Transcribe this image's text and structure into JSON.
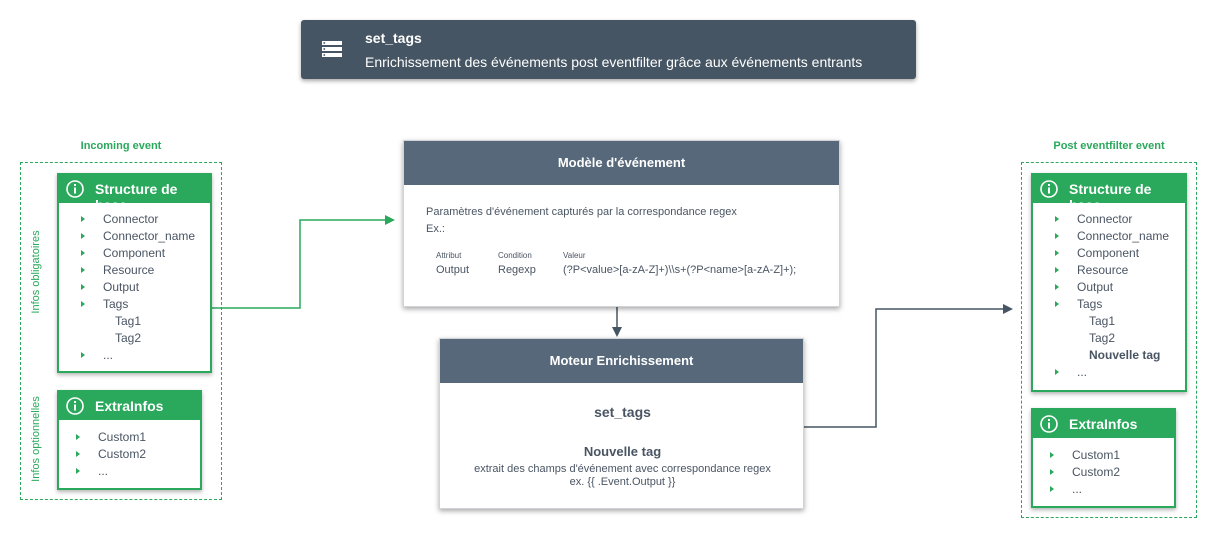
{
  "header": {
    "title": "set_tags",
    "subtitle": "Enrichissement des événements post eventfilter grâce aux événements entrants",
    "icon": "server-list-icon"
  },
  "incoming": {
    "label": "Incoming event",
    "required_label": "Infos obligatoires",
    "optional_label": "Infos optionnelles",
    "base": {
      "title": "Structure de base",
      "items": [
        "Connector",
        "Connector_name",
        "Component",
        "Resource",
        "Output",
        "Tags"
      ],
      "tags": [
        "Tag1",
        "Tag2"
      ],
      "more": "..."
    },
    "extra": {
      "title": "ExtraInfos",
      "items": [
        "Custom1",
        "Custom2",
        "..."
      ]
    }
  },
  "model": {
    "title": "Modèle d'événement",
    "desc": "Paramètres d'événement capturés par la correspondance regex",
    "ex": "Ex.:",
    "headers": {
      "attribut": "Attribut",
      "condition": "Condition",
      "valeur": "Valeur"
    },
    "values": {
      "attribut": "Output",
      "condition": "Regexp",
      "valeur": "(?P<value>[a-zA-Z]+)\\\\s+(?P<name>[a-zA-Z]+);"
    }
  },
  "engine": {
    "title": "Moteur Enrichissement",
    "action": "set_tags",
    "new_tag_title": "Nouvelle tag",
    "new_tag_desc": "extrait des champs d'événement avec correspondance regex",
    "new_tag_ex": "ex. {{ .Event.Output }}"
  },
  "post": {
    "label": "Post eventfilter event",
    "base": {
      "title": "Structure de base",
      "items": [
        "Connector",
        "Connector_name",
        "Component",
        "Resource",
        "Output",
        "Tags"
      ],
      "tags": [
        "Tag1",
        "Tag2"
      ],
      "new_tag": "Nouvelle tag",
      "more": "..."
    },
    "extra": {
      "title": "ExtraInfos",
      "items": [
        "Custom1",
        "Custom2",
        "..."
      ]
    }
  },
  "colors": {
    "green": "#2aa85c",
    "header_bg": "#455563",
    "box_header": "#56687a",
    "wire": "#455563"
  }
}
